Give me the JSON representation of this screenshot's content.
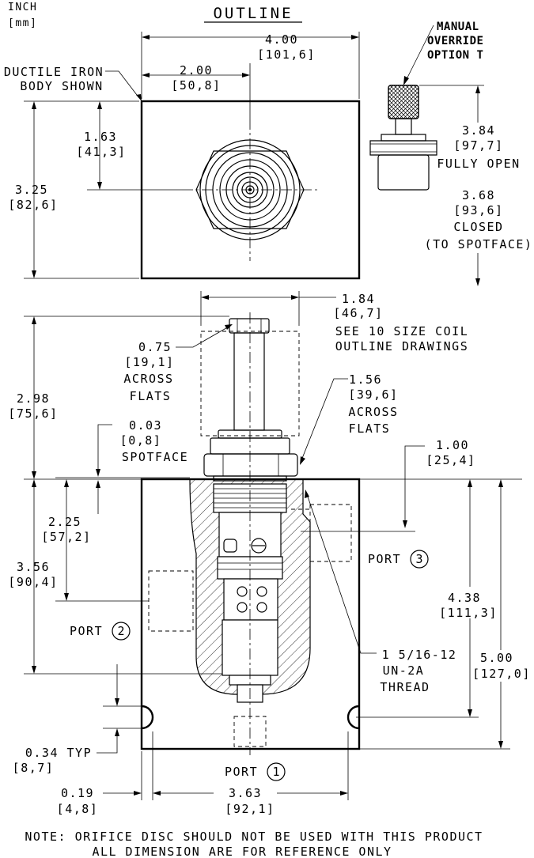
{
  "units": {
    "primary": "INCH",
    "secondary": "[mm]"
  },
  "title": "OUTLINE",
  "notes": [
    "NOTE: ORIFICE DISC SHOULD NOT BE USED WITH THIS PRODUCT",
    "ALL DIMENSION ARE FOR REFERENCE ONLY"
  ],
  "body_material": [
    "DUCTILE IRON",
    "BODY SHOWN"
  ],
  "manual_override": [
    "MANUAL",
    "OVERRIDE",
    "OPTION T"
  ],
  "dimensions": {
    "body_width": [
      "4.00",
      "[101,6]"
    ],
    "center_x": [
      "2.00",
      "[50,8]"
    ],
    "center_y": [
      "1.63",
      "[41,3]"
    ],
    "body_depth": [
      "3.25",
      "[82,6]"
    ],
    "override_open": [
      "3.84",
      "[97,7]",
      "FULLY OPEN"
    ],
    "override_closed": [
      "3.68",
      "[93,6]",
      "CLOSED",
      "(TO SPOTFACE)"
    ],
    "coil_width": [
      "1.84",
      "[46,7]",
      "SEE 10 SIZE COIL",
      "OUTLINE DRAWINGS"
    ],
    "nut_flats": [
      "0.75",
      "[19,1]",
      "ACROSS",
      "FLATS"
    ],
    "hex_flats": [
      "1.56",
      "[39,6]",
      "ACROSS",
      "FLATS"
    ],
    "valve_height": [
      "2.98",
      "[75,6]"
    ],
    "spotface": [
      "0.03",
      "[0,8]",
      "SPOTFACE"
    ],
    "port3_offset": [
      "1.00",
      "[25,4]"
    ],
    "port2_height": [
      "2.25",
      "[57,2]"
    ],
    "cavity_depth": [
      "3.56",
      "[90,4]"
    ],
    "port3_height": [
      "4.38",
      "[111,3]"
    ],
    "body_height": [
      "5.00",
      "[127,0]"
    ],
    "thread": [
      "1 5/16-12",
      "UN-2A",
      "THREAD"
    ],
    "slot_typ": [
      "0.34 TYP",
      "[8,7]"
    ],
    "edge_offset": [
      "0.19",
      "[4,8]"
    ],
    "slot_spacing": [
      "3.63",
      "[92,1]"
    ]
  },
  "ports": {
    "port1": {
      "label": "PORT",
      "number": "1"
    },
    "port2": {
      "label": "PORT",
      "number": "2"
    },
    "port3": {
      "label": "PORT",
      "number": "3"
    }
  }
}
